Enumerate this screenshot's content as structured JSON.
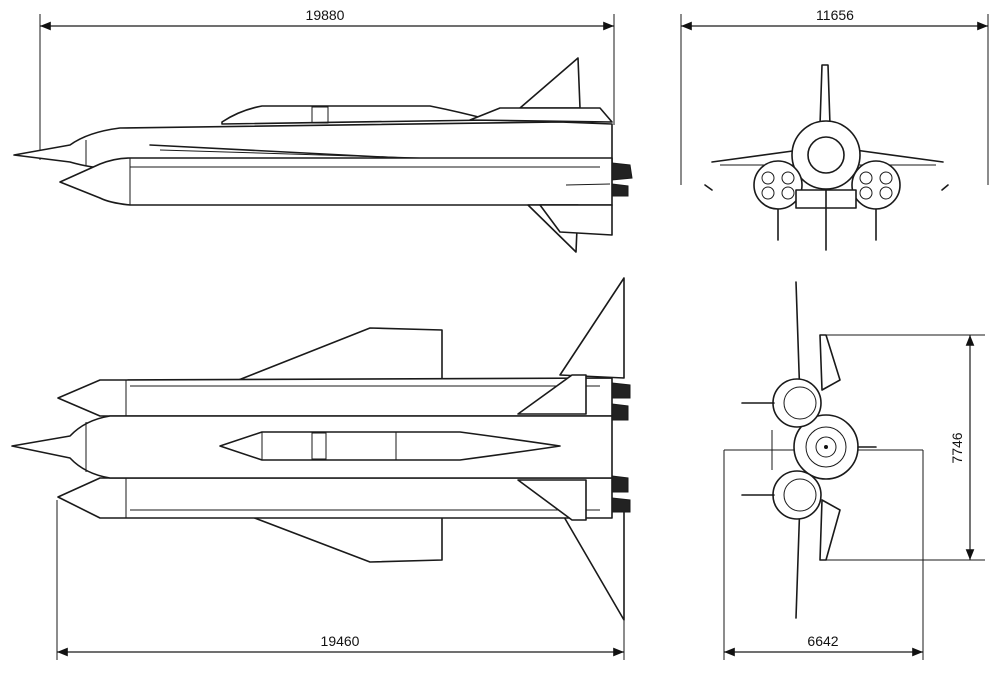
{
  "dimensions": {
    "side_length": "19880",
    "front_span": "11656",
    "top_length": "19460",
    "rear_width": "6642",
    "rear_height": "7746"
  }
}
